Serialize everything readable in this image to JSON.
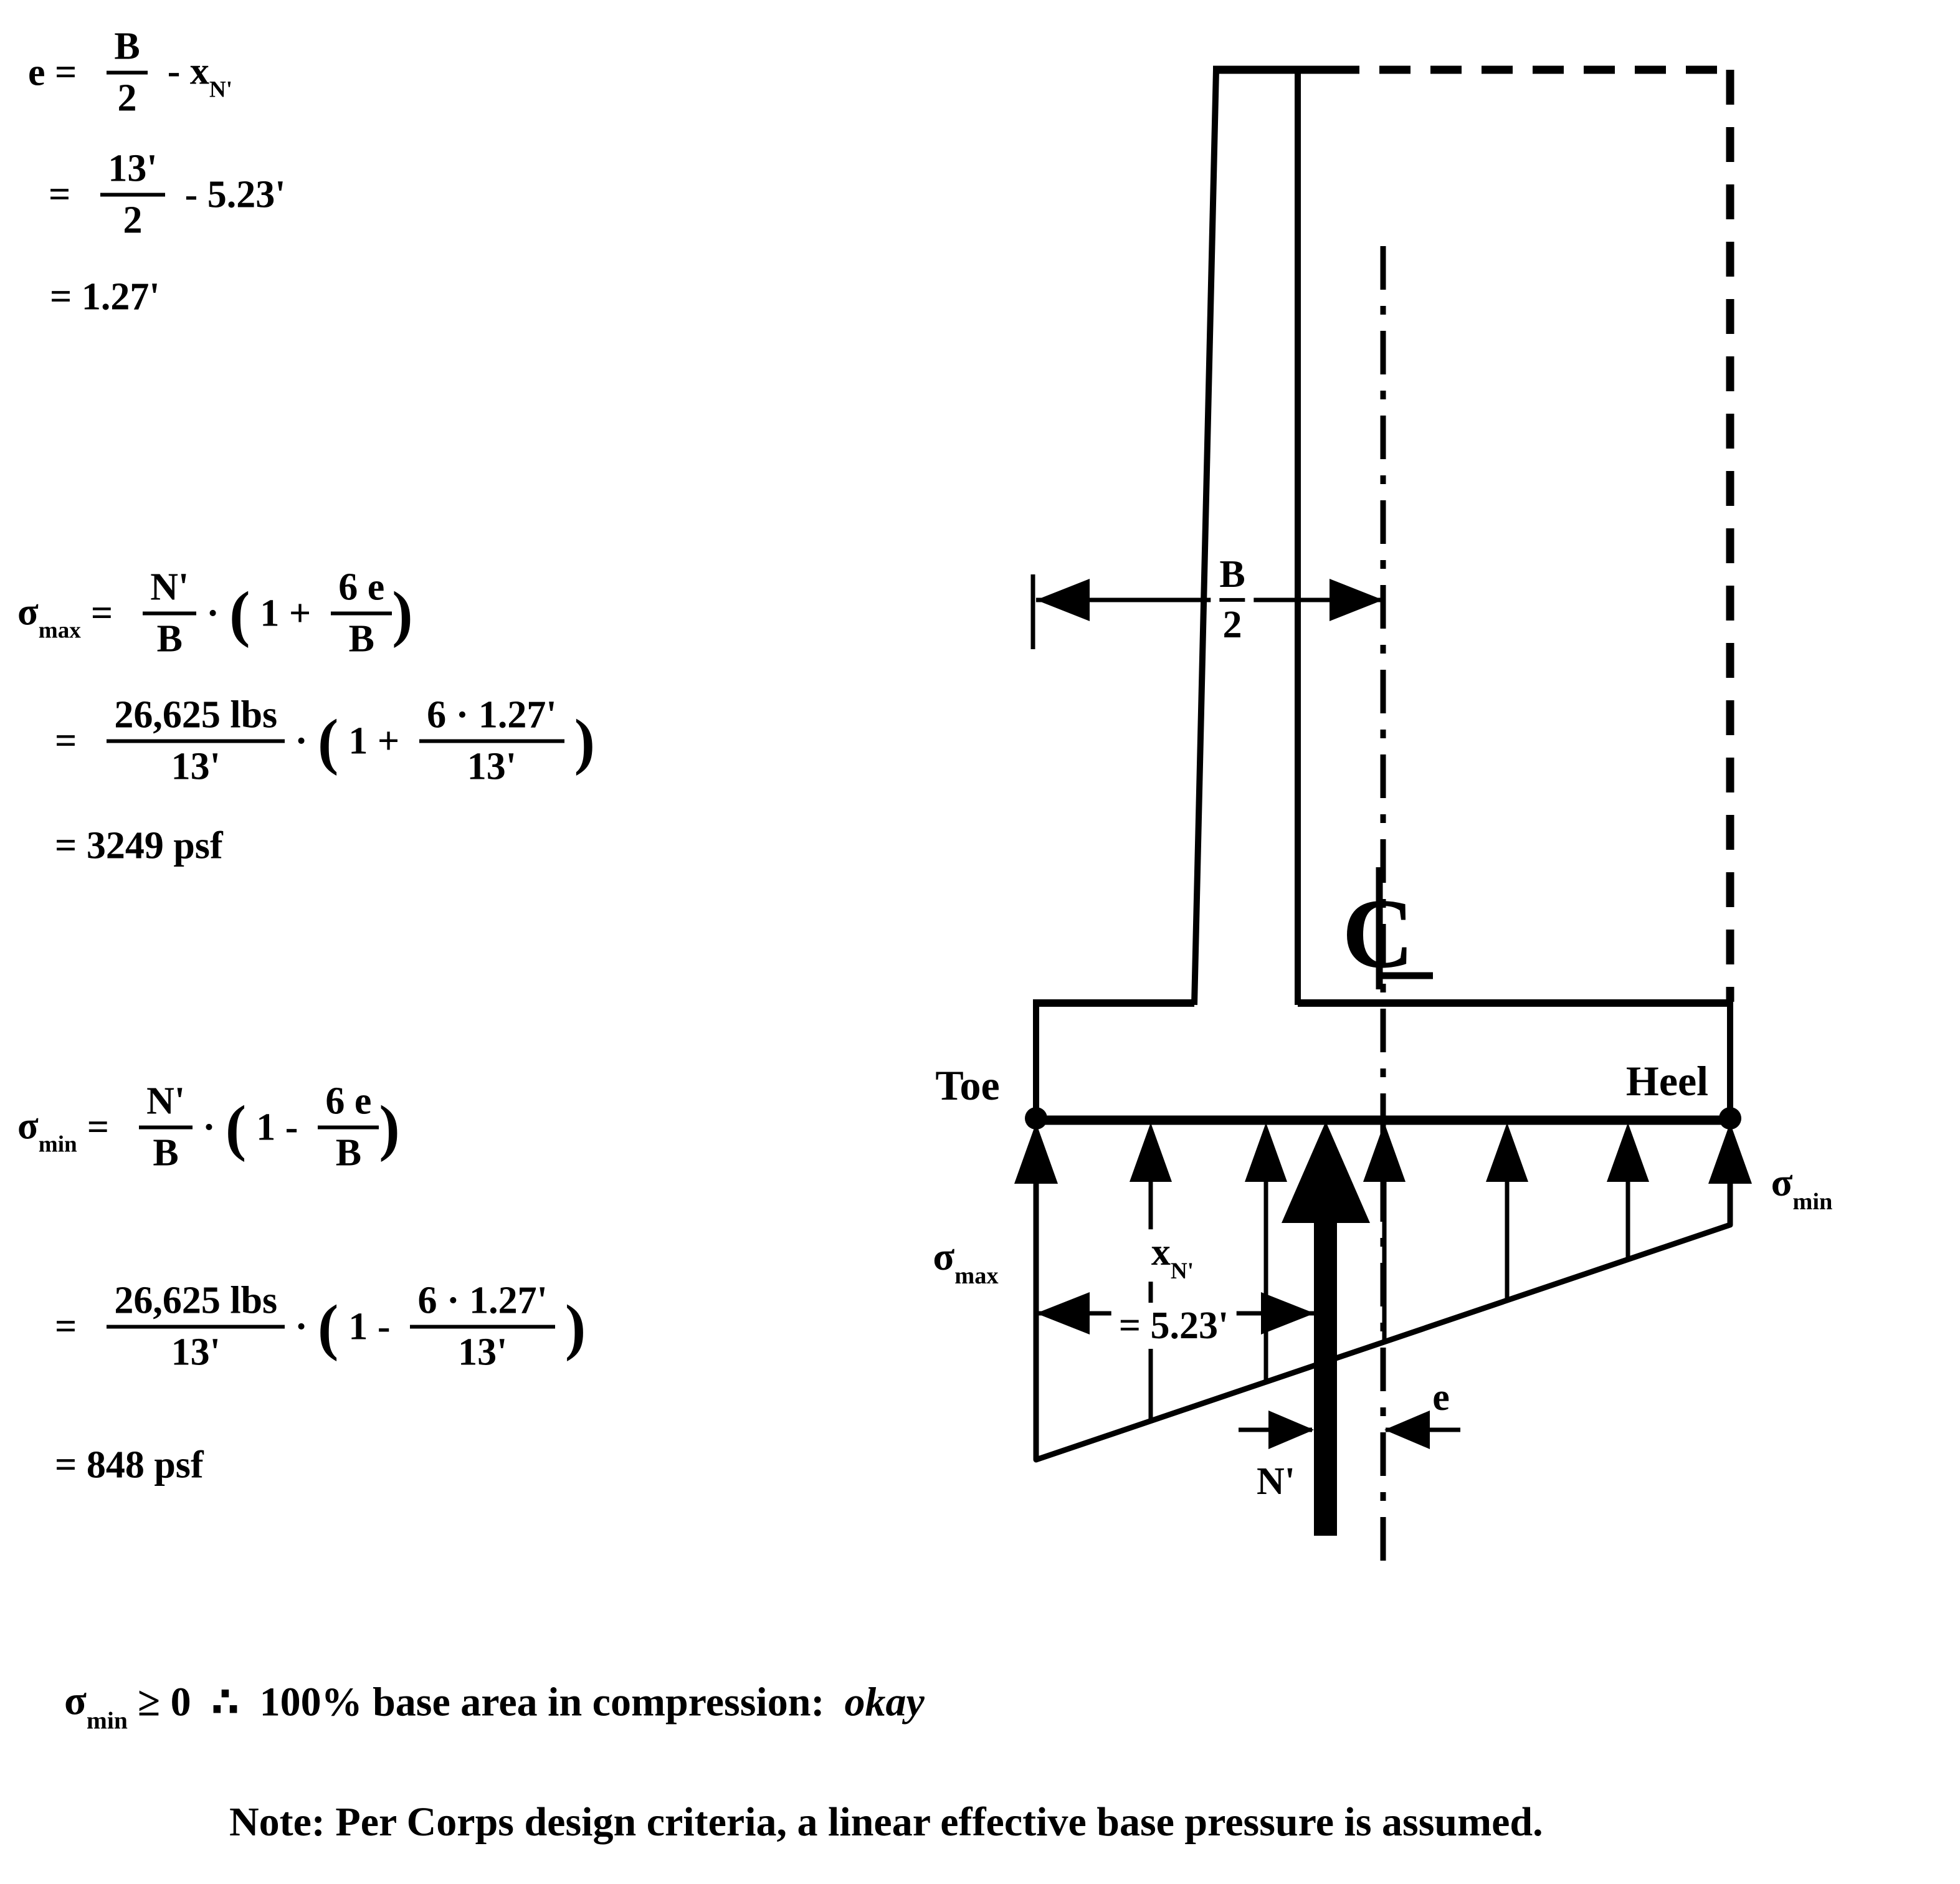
{
  "colors": {
    "ink": "#000000",
    "paper": "#ffffff"
  },
  "eq_e": {
    "lhs": "e =",
    "f1": {
      "num": "B",
      "den": "2"
    },
    "minus_x": "- x",
    "x_sub": "N'",
    "eq2": "=",
    "f2": {
      "num": "13'",
      "den": "2"
    },
    "tail2": "- 5.23'",
    "result": "= 1.27'"
  },
  "eq_smax": {
    "sym": "σ",
    "sub": "max",
    "eq": "=",
    "f1": {
      "num": "N'",
      "den": "B"
    },
    "dot": "·",
    "open": "(",
    "inner": "1 +",
    "f2": {
      "num": "6 e",
      "den": "B"
    },
    "close": ")",
    "eq2": "=",
    "f3": {
      "num": "26,625 lbs",
      "den": "13'"
    },
    "dot2": "·",
    "open2": "(",
    "inner2": "1 +",
    "f4": {
      "num": "6 · 1.27'",
      "den": "13'"
    },
    "close2": ")",
    "result": "= 3249 psf"
  },
  "eq_smin": {
    "sym": "σ",
    "sub": "min",
    "eq": "=",
    "f1": {
      "num": "N'",
      "den": "B"
    },
    "dot": "·",
    "open": "(",
    "inner": "1 -",
    "f2": {
      "num": "6 e",
      "den": "B"
    },
    "close": ")",
    "eq2": "=",
    "f3": {
      "num": "26,625 lbs",
      "den": "13'"
    },
    "dot2": "·",
    "open2": "(",
    "inner2": "1 -",
    "f4": {
      "num": "6 · 1.27'",
      "den": "13'"
    },
    "close2": ")",
    "result": "= 848 psf"
  },
  "conclusion": {
    "sym": "σ",
    "sub": "min",
    "geq": "≥ 0",
    "therefore": "∴",
    "text": "100% base area in compression:",
    "okay": "okay"
  },
  "note": "Note:  Per Corps design criteria, a linear effective base pressure is assumed.",
  "diagram": {
    "toe": "Toe",
    "heel": "Heel",
    "sigma_max": {
      "sym": "σ",
      "sub": "max"
    },
    "sigma_min": {
      "sym": "σ",
      "sub": "min"
    },
    "b2": {
      "num": "B",
      "den": "2"
    },
    "xn": {
      "base": "x",
      "sub": "N'"
    },
    "xn_value": "= 5.23'",
    "e": "e",
    "n": "N'",
    "centerline_letter": "C"
  }
}
